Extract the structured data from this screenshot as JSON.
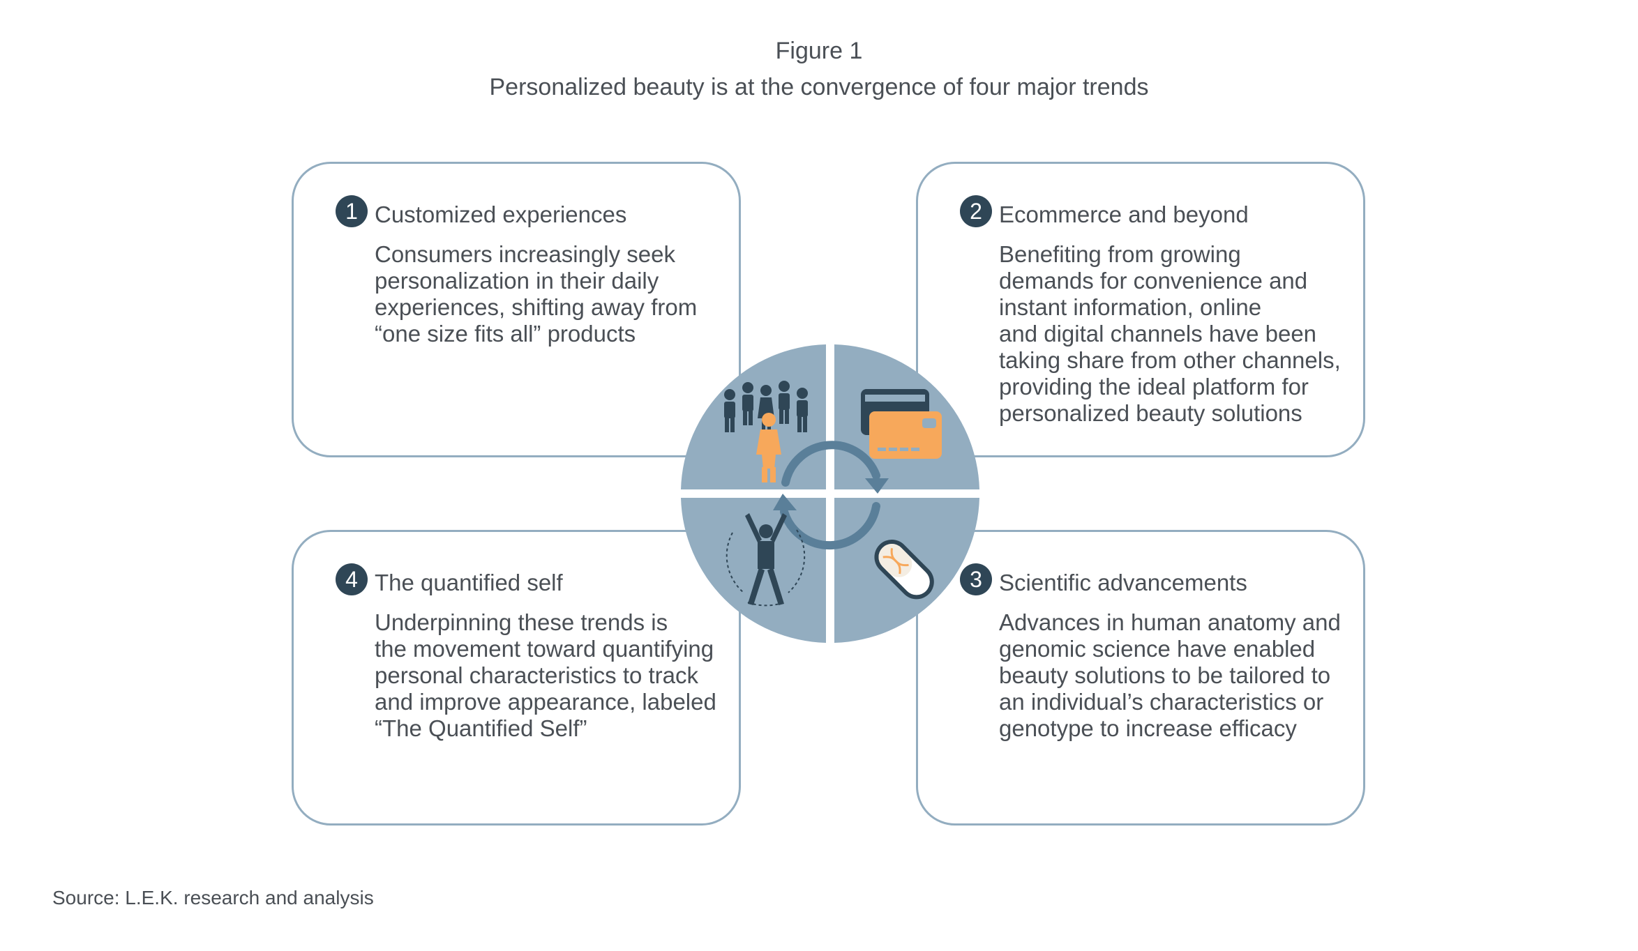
{
  "figure": {
    "label": "Figure 1",
    "title": "Personalized beauty is at the convergence of four major trends"
  },
  "cards": [
    {
      "number": "1",
      "title": "Customized experiences",
      "lines": [
        "Consumers increasingly seek",
        "personalization in their daily",
        "experiences, shifting away from",
        "“one size fits all” products"
      ]
    },
    {
      "number": "2",
      "title": "Ecommerce and beyond",
      "lines": [
        "Benefiting from growing",
        "demands for convenience and",
        "instant information, online",
        "and digital channels have been",
        "taking share from other channels,",
        "providing the ideal platform for",
        "personalized beauty solutions"
      ]
    },
    {
      "number": "3",
      "title": "Scientific advancements",
      "lines": [
        "Advances in human anatomy and",
        "genomic science have enabled",
        "beauty solutions to be tailored to",
        "an individual’s characteristics or",
        "genotype to increase efficacy"
      ]
    },
    {
      "number": "4",
      "title": "The quantified self",
      "lines": [
        "Underpinning these trends is",
        "the movement toward quantifying",
        "personal characteristics to track",
        "and improve appearance, labeled",
        "“The Quantified Self”"
      ]
    }
  ],
  "hub": {
    "icons": [
      "people-crowd-icon",
      "credit-card-icon",
      "dna-capsule-icon",
      "body-scan-icon",
      "cycle-arrows-icon"
    ]
  },
  "colors": {
    "card_border": "#93adc0",
    "hub_fill": "#93adc0",
    "dark": "#2f4656",
    "accent": "#f7a85b",
    "text": "#4a4f55"
  },
  "source": "Source: L.E.K. research and analysis"
}
